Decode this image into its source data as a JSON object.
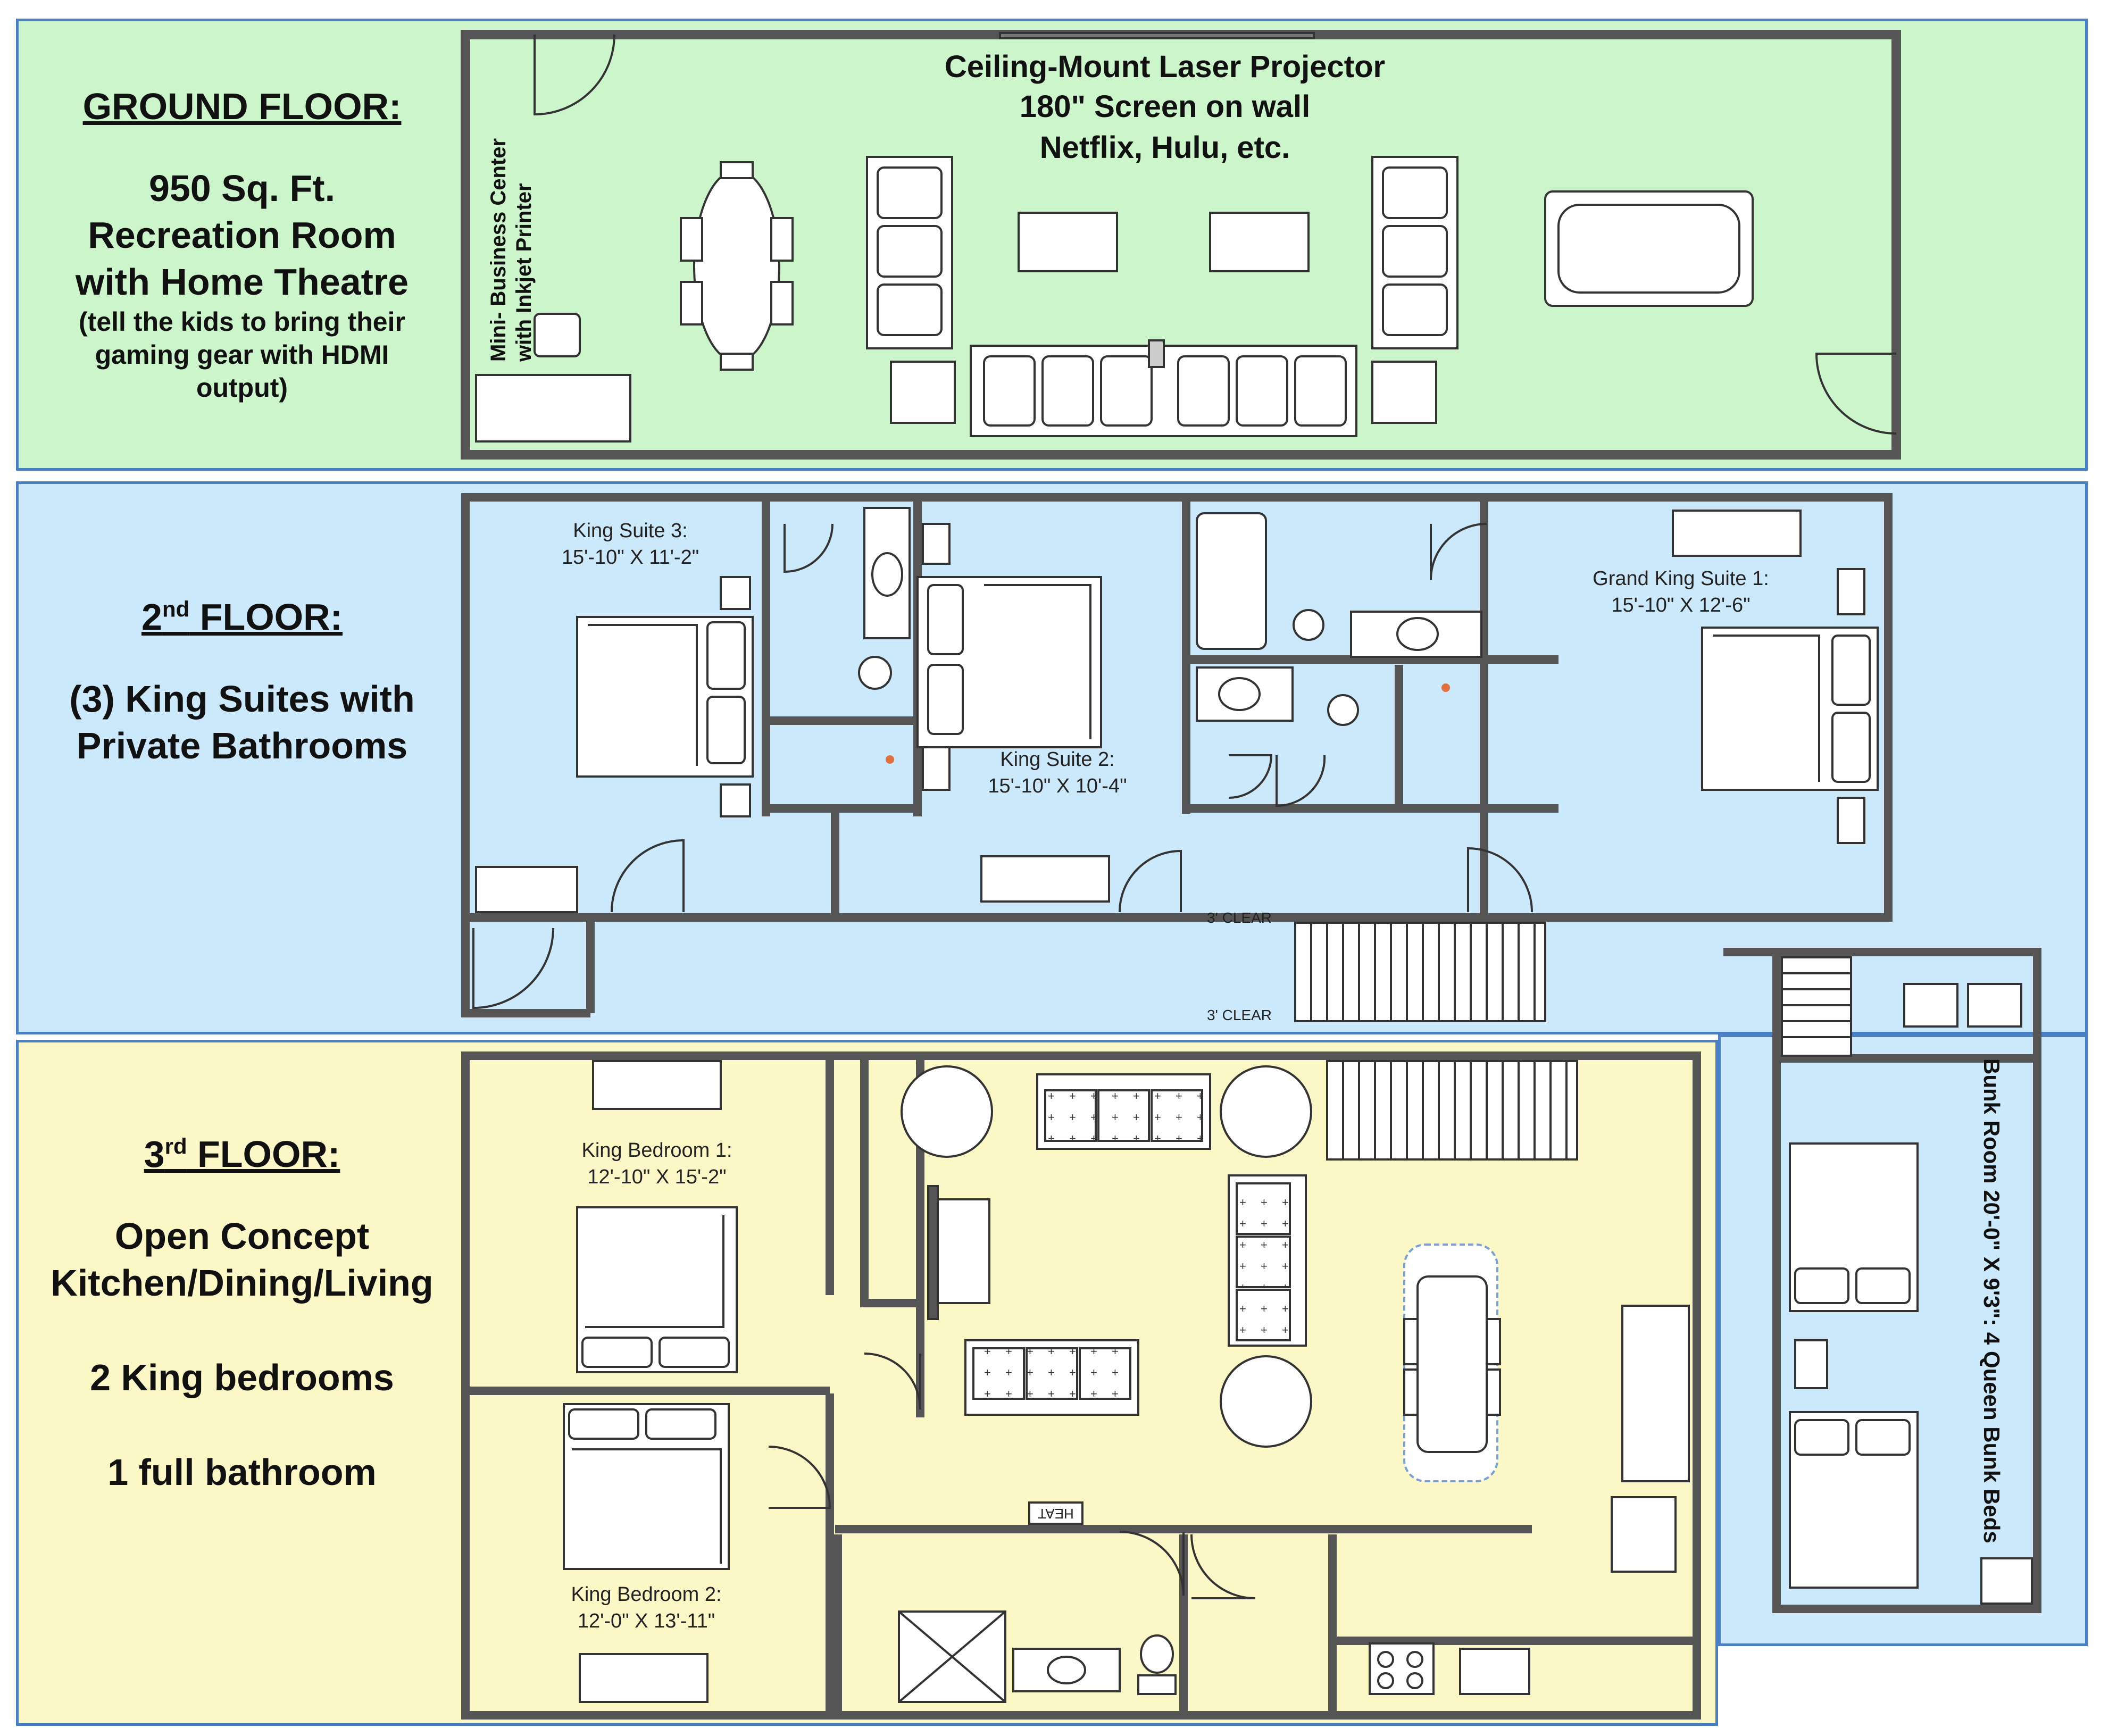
{
  "ground_floor": {
    "title": "GROUND FLOOR:",
    "description": [
      "950 Sq. Ft.",
      "Recreation Room",
      "with Home Theatre"
    ],
    "note": [
      "(tell the kids to bring their",
      "gaming gear with HDMI",
      "output)"
    ],
    "projector": [
      "Ceiling-Mount Laser Projector",
      "180\" Screen on wall",
      "Netflix, Hulu, etc."
    ],
    "business_center": [
      "Mini- Business Center",
      "with Inkjet Printer"
    ]
  },
  "second_floor": {
    "title_main": "2",
    "title_sup": "nd",
    "title_rest": " FLOOR:",
    "description": [
      "(3) King Suites with",
      "Private Bathrooms"
    ],
    "rooms": [
      {
        "name": "King Suite 3:",
        "size": "15'-10\" X 11'-2\""
      },
      {
        "name": "King Suite 2:",
        "size": "15'-10\" X 10'-4\""
      },
      {
        "name": "Grand King Suite 1:",
        "size": "15'-10\" X 12'-6\""
      }
    ],
    "clearance": "3' CLEAR"
  },
  "third_floor": {
    "title_main": "3",
    "title_sup": "rd",
    "title_rest": " FLOOR:",
    "description": [
      "Open Concept",
      "Kitchen/Dining/Living"
    ],
    "bedrooms_line": "2 King bedrooms",
    "bathroom_line": "1 full bathroom",
    "rooms": [
      {
        "name": "King Bedroom 1:",
        "size": "12'-10\" X 15'-2\""
      },
      {
        "name": "King Bedroom 2:",
        "size": "12'-0\" X 13'-11\""
      }
    ],
    "heat_label": "HEAT"
  },
  "bunk_room": {
    "label": "Bunk Room 20'-0\" X 9'3\": 4 Queen Bunk Beds"
  },
  "colors": {
    "ground": "#ccf5cc",
    "second": "#cce8fb",
    "third": "#fcf7c6",
    "panel_border": "#4a7fc1",
    "wall": "#555555"
  }
}
